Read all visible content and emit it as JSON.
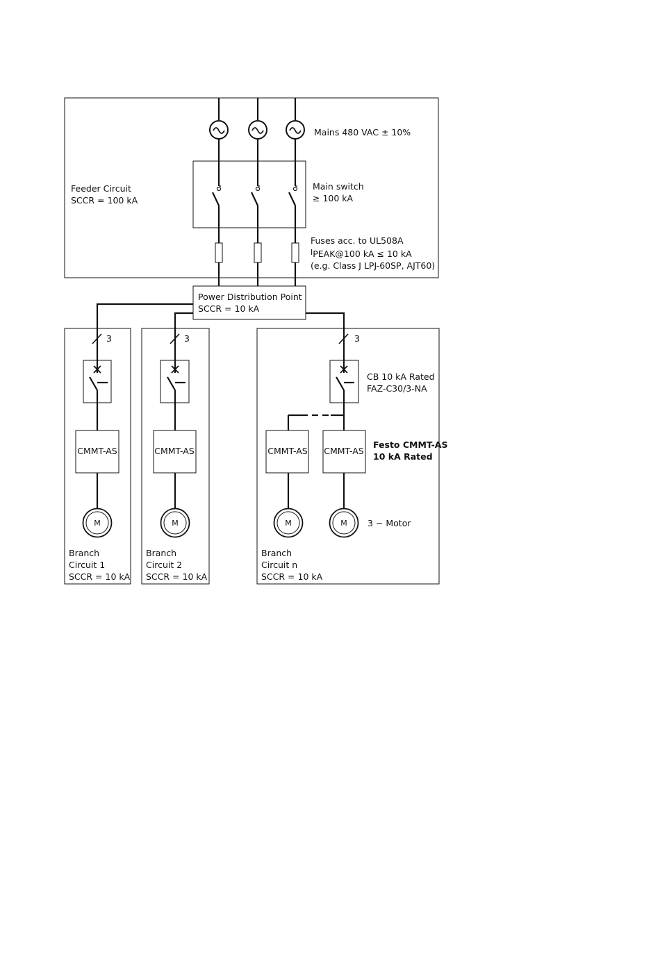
{
  "mains": {
    "label": "Mains 480 VAC ± 10%"
  },
  "feeder": {
    "line1": "Feeder Circuit",
    "line2": "SCCR = 100 kA"
  },
  "main_switch": {
    "line1": "Main switch",
    "line2": "≥ 100 kA"
  },
  "fuses": {
    "line1": "Fuses acc. to UL508A",
    "line2_prefix": "I",
    "line2_sub": "PEAK@100 kA ≤ 10 kA",
    "line3": "(e.g. Class J LPJ-60SP, AJT60)"
  },
  "pdp": {
    "line1": "Power Distribution Point",
    "line2": "SCCR = 10 kA"
  },
  "conductor_count": "3",
  "drive_label": "CMMT-AS",
  "motor_symbol": "M",
  "branches": [
    {
      "line1": "Branch",
      "line2": "Circuit 1",
      "line3": "SCCR = 10 kA"
    },
    {
      "line1": "Branch",
      "line2": "Circuit 2",
      "line3": "SCCR = 10 kA"
    },
    {
      "line1": "Branch",
      "line2": "Circuit n",
      "line3": "SCCR = 10 kA"
    }
  ],
  "cb": {
    "line1": "CB 10 kA Rated",
    "line2": "FAZ-C30/3-NA"
  },
  "festo": {
    "line1": "Festo CMMT-AS",
    "line2": "10 kA Rated"
  },
  "motor_label": "3 ~ Motor"
}
